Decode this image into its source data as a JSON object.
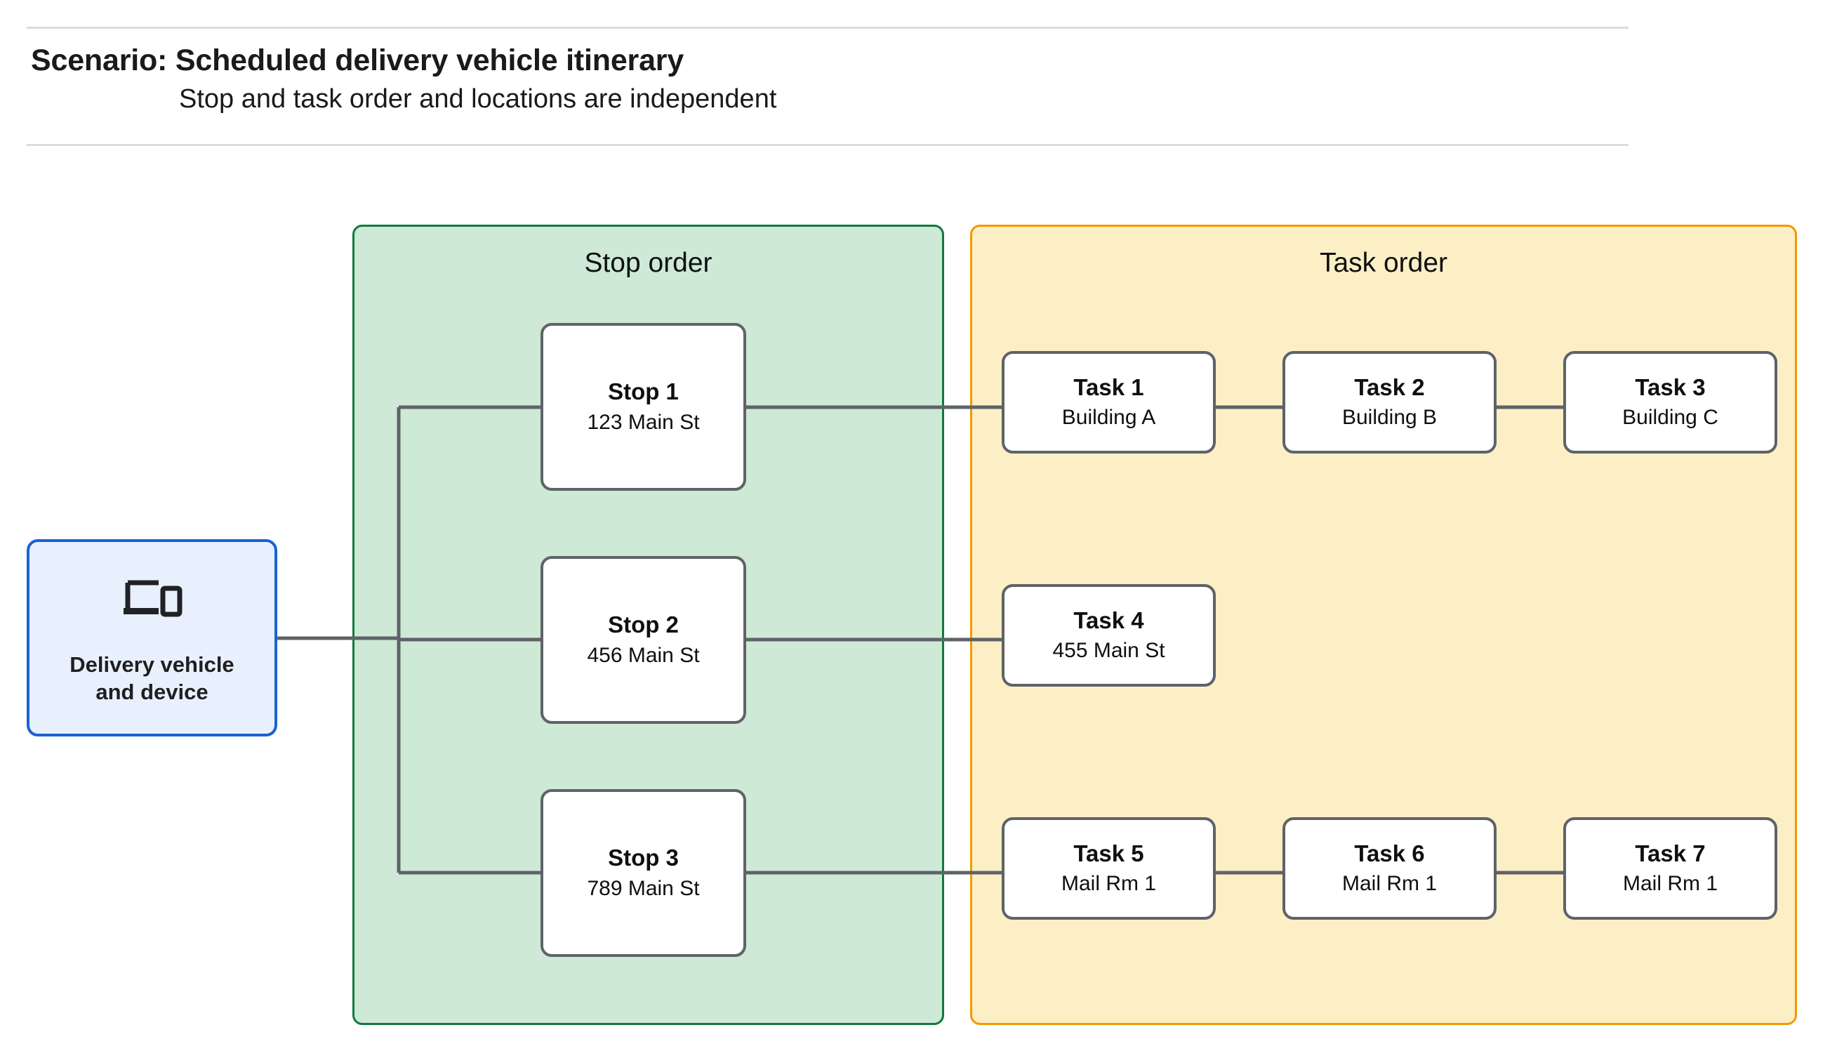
{
  "header": {
    "title": "Scenario: Scheduled delivery vehicle itinerary",
    "subtitle": "Stop and task order and locations are independent"
  },
  "vehicle": {
    "label": "Delivery vehicle\nand device",
    "label_line_1": "Delivery vehicle",
    "label_line_2": "and device",
    "icon": "devices-icon"
  },
  "groups": {
    "stop": {
      "title": "Stop order",
      "border_color": "#0f7a3d",
      "fill_color": "#cee9d6"
    },
    "task": {
      "title": "Task order",
      "border_color": "#f29900",
      "fill_color": "#fcefc6"
    }
  },
  "stops": [
    {
      "name": "Stop 1",
      "location": "123 Main St"
    },
    {
      "name": "Stop 2",
      "location": "456 Main St"
    },
    {
      "name": "Stop 3",
      "location": "789 Main St"
    }
  ],
  "task_rows": [
    [
      {
        "name": "Task 1",
        "location": "Building A"
      },
      {
        "name": "Task 2",
        "location": "Building B"
      },
      {
        "name": "Task 3",
        "location": "Building C"
      }
    ],
    [
      {
        "name": "Task 4",
        "location": "455 Main St"
      }
    ],
    [
      {
        "name": "Task 5",
        "location": "Mail Rm 1"
      },
      {
        "name": "Task 6",
        "location": "Mail Rm 1"
      },
      {
        "name": "Task 7",
        "location": "Mail Rm 1"
      }
    ]
  ],
  "colors": {
    "vehicle_border": "#1a62cf",
    "vehicle_fill": "#e8f0fe",
    "node_border": "#5f6368",
    "node_fill": "#ffffff",
    "connector": "#5f6368",
    "rule": "#dadce0"
  }
}
